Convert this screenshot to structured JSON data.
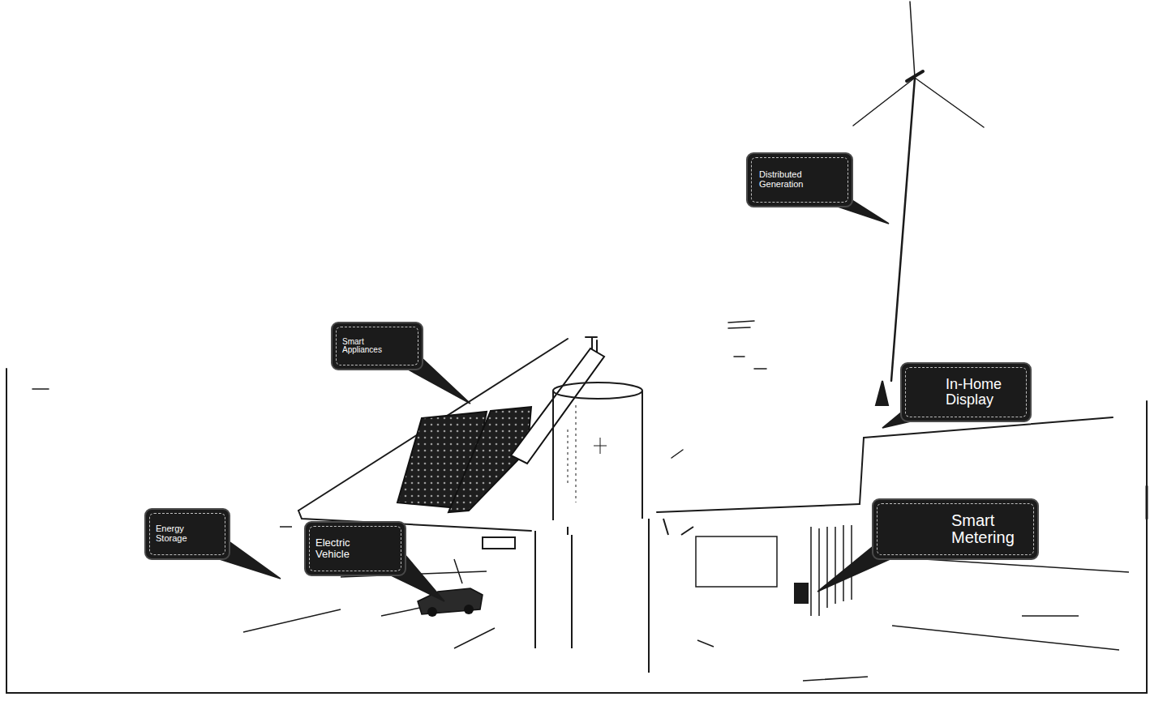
{
  "diagram": {
    "nodes": [
      {
        "text": [
          "Distributed Generation"
        ]
      },
      {
        "text": [
          "Smart Appliances"
        ]
      },
      {
        "text": [
          "In-Home Display"
        ]
      },
      {
        "text": [
          "Smart Metering"
        ]
      },
      {
        "text": [
          "Energy Storage"
        ]
      },
      {
        "text": [
          "Electric Vehicle"
        ]
      }
    ]
  }
}
